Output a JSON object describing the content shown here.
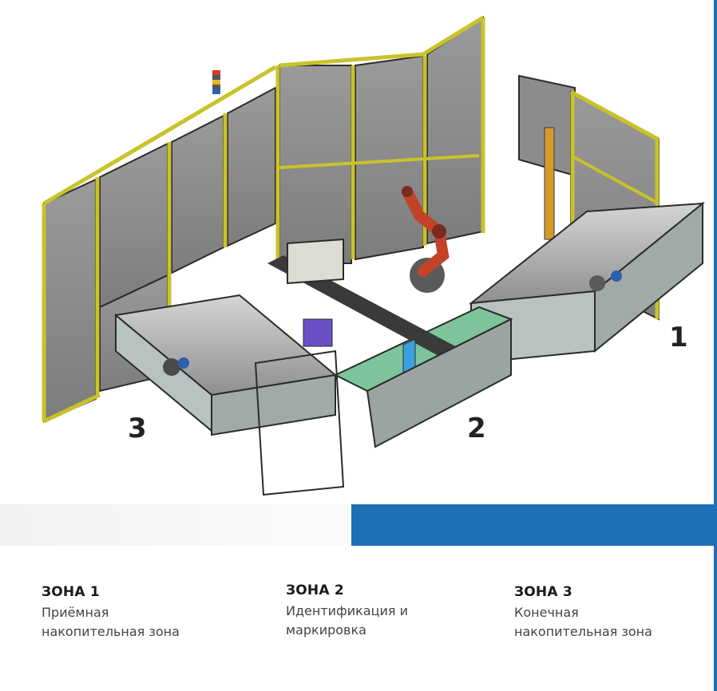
{
  "illustration": {
    "markers": [
      "1",
      "2",
      "3"
    ],
    "icon": "robotic-conveyor-cell-drawing"
  },
  "band": {
    "accent": "#1e6fb6"
  },
  "zones": [
    {
      "title": "ЗОНА 1",
      "desc": "Приёмная\nнакопительная зона"
    },
    {
      "title": "ЗОНА 2",
      "desc": "Идентификация и\nмаркировка"
    },
    {
      "title": "ЗОНА 3",
      "desc": "Конечная\nнакопительная зона"
    }
  ]
}
